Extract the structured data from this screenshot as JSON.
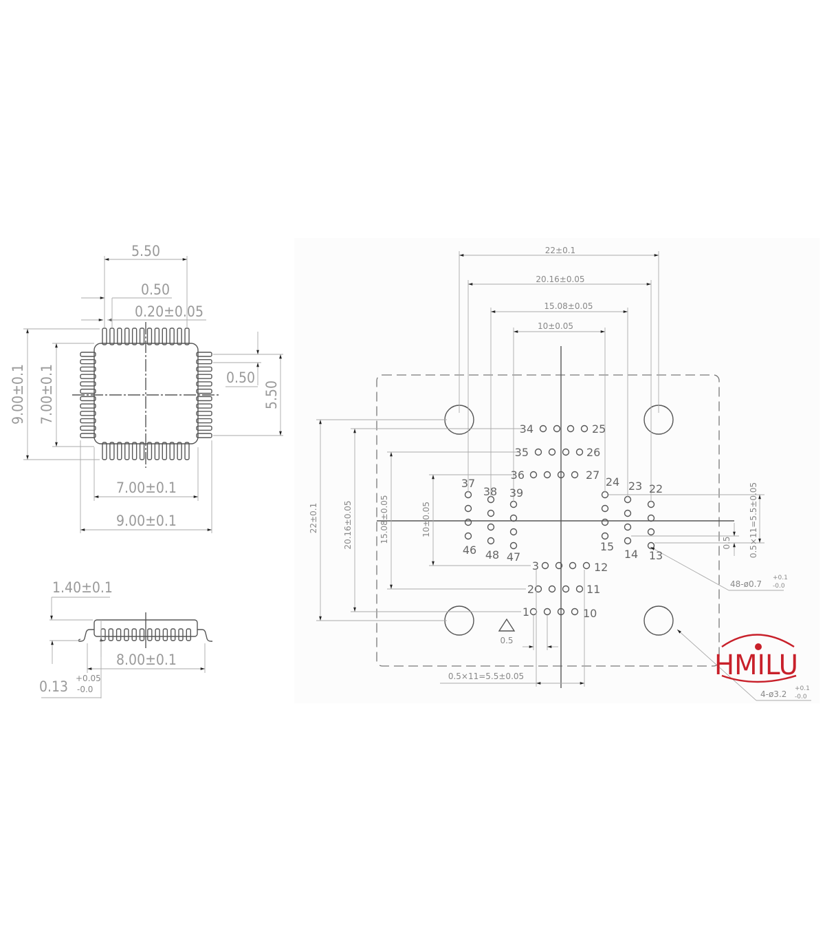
{
  "top_view": {
    "dim_pin_span": "5.50",
    "dim_pitch": "0.50",
    "dim_pin_width": "0.20±0.05",
    "dim_overall_height": "9.00±0.1",
    "dim_body_height": "7.00±0.1",
    "dim_side_pitch": "0.50",
    "dim_side_span": "5.50",
    "dim_body_width": "7.00±0.1",
    "dim_overall_width": "9.00±0.1",
    "pins_per_side": 12
  },
  "side_view": {
    "dim_height": "1.40±0.1",
    "dim_length": "8.00±0.1",
    "dim_standoff": "0.13",
    "dim_standoff_tol_plus": "+0.05",
    "dim_standoff_tol_minus": "-0.0"
  },
  "socket_view": {
    "dim_top_22": "22±0.1",
    "dim_top_2016": "20.16±0.05",
    "dim_top_1508": "15.08±0.05",
    "dim_top_10": "10±0.05",
    "dim_left_22": "22±0.1",
    "dim_left_2016": "20.16±0.05",
    "dim_left_1508": "15.08±0.05",
    "dim_left_10": "10±0.05",
    "dim_right_span": "0.5×11=5.5±0.05",
    "dim_right_pitch": "0.5",
    "dim_bottom_pitch": "0.5",
    "dim_bottom_span": "0.5×11=5.5±0.05",
    "hole_note": "48-ø0.7",
    "hole_tol_plus": "+0.1",
    "hole_tol_minus": "-0.0",
    "mount_note": "4-ø3.2",
    "mount_tol_plus": "+0.1",
    "mount_tol_minus": "-0.0",
    "pin_labels": {
      "p34": "34",
      "p25": "25",
      "p35": "35",
      "p26": "26",
      "p36": "36",
      "p27": "27",
      "p37": "37",
      "p46": "46",
      "p38": "38",
      "p48": "48",
      "p39": "39",
      "p47": "47",
      "p24": "24",
      "p15": "15",
      "p23": "23",
      "p14": "14",
      "p22": "22",
      "p13": "13",
      "p3": "3",
      "p12": "12",
      "p2": "2",
      "p11": "11",
      "p1": "1",
      "p10": "10"
    }
  },
  "logo": {
    "text": "HMILU",
    "color": "#c8202a"
  }
}
